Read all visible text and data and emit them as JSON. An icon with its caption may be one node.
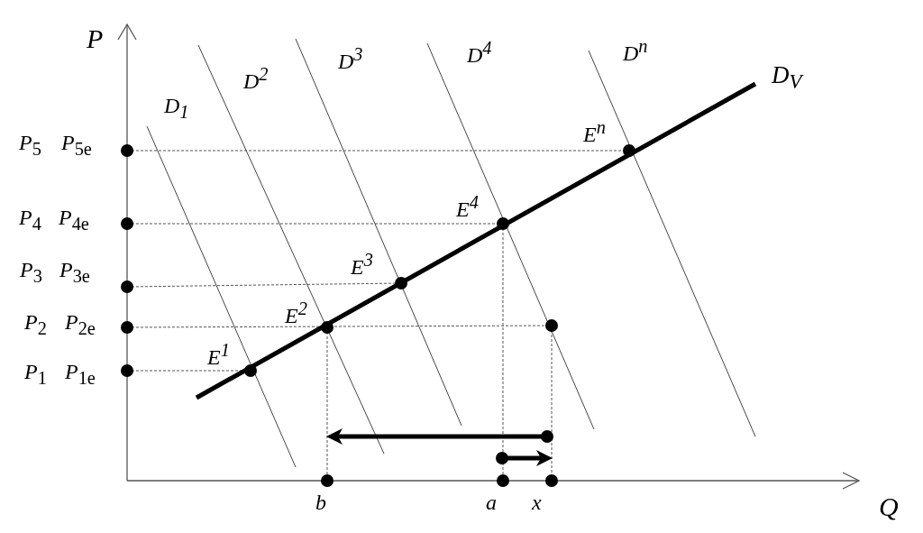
{
  "diagram": {
    "labels": [
      "P",
      "D$_{1}$",
      "D$^{2}$",
      "D$^{3}$",
      "D$^{4}$",
      "D$^{n}$",
      "D$_{V}$",
      "*P*$_{5}$",
      "*P*$_{5e}$",
      "E$^{n}$",
      "*P*$_{4}$",
      "*P*$_{4e}$",
      "E$^{4}$",
      "*P*$_{3}$",
      "*P*$_{3e}$",
      "E$^{3}$",
      "*P*$_{2}$",
      "*P*$_{2e}$",
      "E$^{2}$",
      "*P*$_{1}$",
      "*P*$_{1e}$",
      "E$^{1}$",
      "b",
      "a",
      "x",
      "Q"
    ]
  }
}
